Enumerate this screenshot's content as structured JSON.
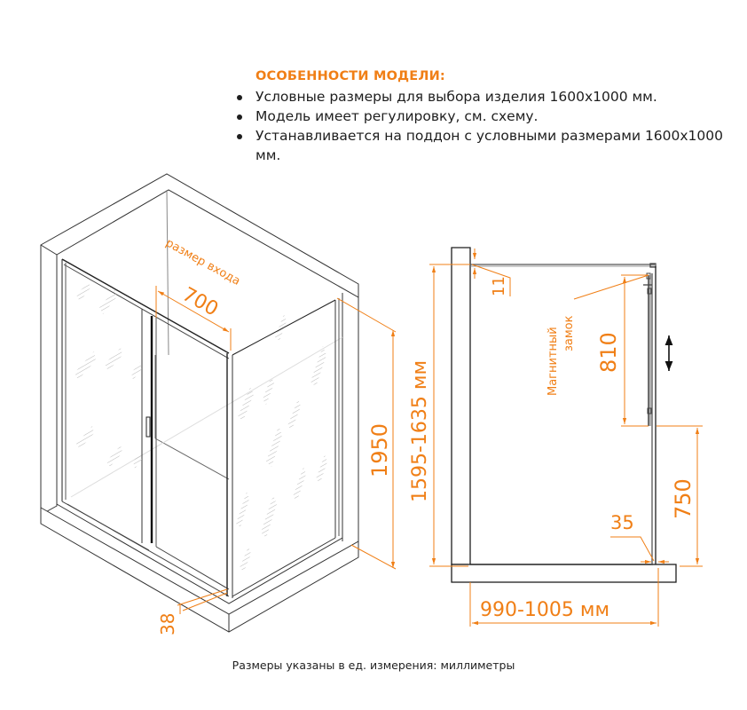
{
  "features": {
    "title": "ОСОБЕННОСТИ МОДЕЛИ:",
    "items": [
      "Условные размеры для выбора изделия 1600х1000 мм.",
      "Модель имеет регулировку, см. схему.",
      "Устанавливается на поддон с условными размерами 1600х1000 мм."
    ]
  },
  "iso_view": {
    "entrance_label": "размер входа",
    "entrance_width": "700",
    "height": "1950",
    "profile_depth": "38"
  },
  "side_view": {
    "adjust_range_height": "1595-1635 мм",
    "top_gap": "11",
    "magnet_label_line1": "Магнитный",
    "magnet_label_line2": "замок",
    "magnet_height": "810",
    "lower_height": "750",
    "bottom_offset": "35",
    "adjust_range_width": "990-1005 мм"
  },
  "colors": {
    "accent": "#f07f16",
    "line": "#1e1e1e"
  },
  "footnote": "Размеры указаны в ед. измерения: миллиметры"
}
